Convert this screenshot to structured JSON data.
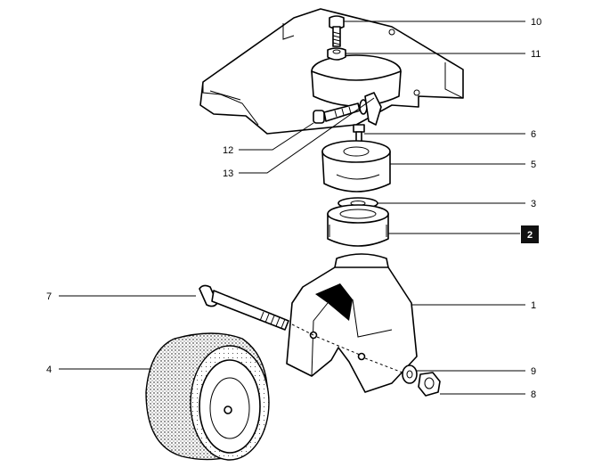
{
  "labels": {
    "l10": "10",
    "l11": "11",
    "l12": "12",
    "l13": "13",
    "l6": "6",
    "l5": "5",
    "l3": "3",
    "l2": "2",
    "l1": "1",
    "l7": "7",
    "l4": "4",
    "l9": "9",
    "l8": "8"
  },
  "colors": {
    "ink": "#000000",
    "paper": "#ffffff",
    "highlight_box": "#111111"
  }
}
